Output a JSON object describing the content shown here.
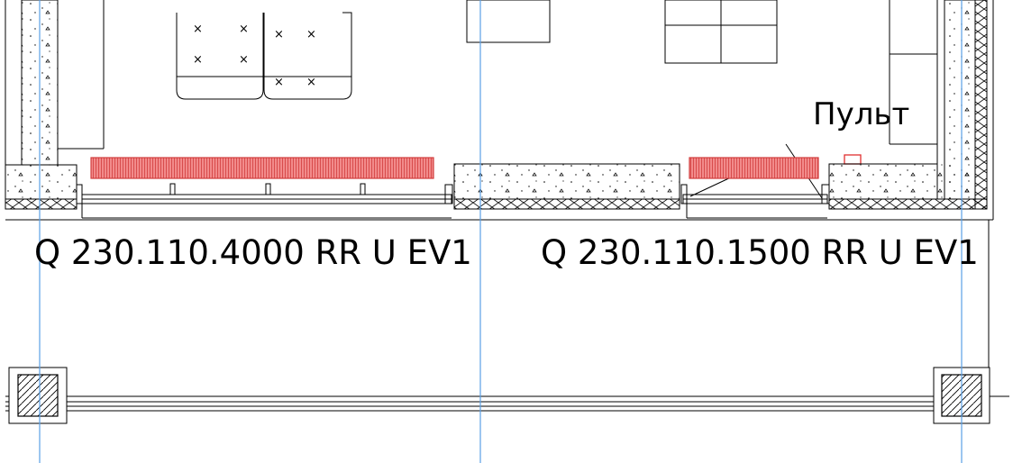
{
  "labels": {
    "code_left": "Q 230.110.4000 RR U EV1",
    "code_right": "Q 230.110.1500 RR U EV1",
    "remote": "Пульт"
  },
  "colors": {
    "line": "#000000",
    "grid": "#5aa0e6",
    "heater_fill": "#f28b8b",
    "heater_stroke": "#d23c3c",
    "marker": "#e03030"
  }
}
